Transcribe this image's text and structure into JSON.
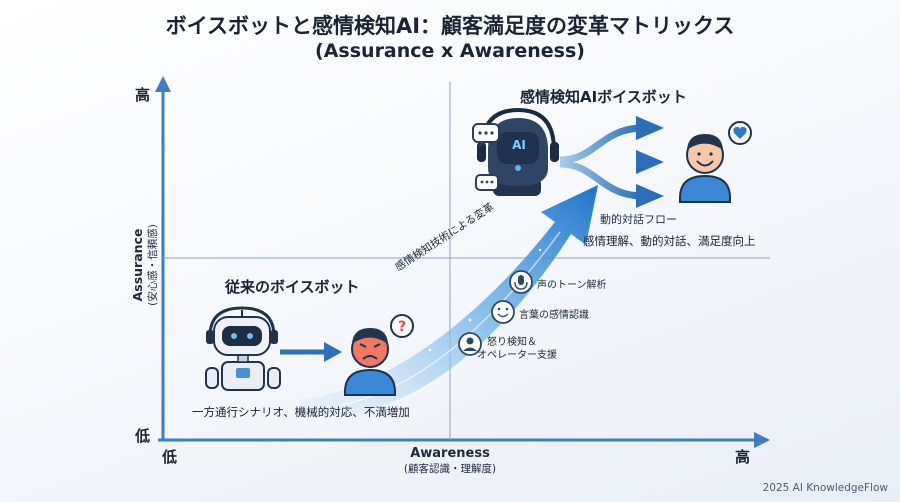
{
  "title": "ボイスボットと感情検知AI：顧客満足度の変革マトリックス",
  "subtitle": "(Assurance x Awareness)",
  "y_axis": {
    "high": "高",
    "low": "低",
    "label": "Assurance",
    "sublabel": "(安心感・信頼感)"
  },
  "x_axis": {
    "high": "高",
    "low": "低",
    "label": "Awareness",
    "sublabel": "(顧客認識・理解度)"
  },
  "quadrants": {
    "top_right": {
      "title": "感情検知AIボイスボット",
      "ai_label": "AI",
      "flow_label": "動的対話フロー",
      "caption": "感情理解、動的対話、満足度向上"
    },
    "bottom_left": {
      "title": "従来のボイスボット",
      "caption": "一方通行シナリオ、機械的対応、不満増加"
    }
  },
  "transition_label": "感情検知技術による変革",
  "features": [
    {
      "icon": "microphone-icon",
      "label": "声のトーン解析"
    },
    {
      "icon": "smile-icon",
      "label": "言葉の感情認識"
    },
    {
      "icon": "operator-icon",
      "label": "怒り検知＆"
    },
    {
      "icon": "",
      "label": "オペレーター支援"
    }
  ],
  "footer": "2025 AI KnowledgeFlow",
  "colors": {
    "accent": "#3d7fc4",
    "arrow": "#2f6fb5",
    "angry": "#e05345",
    "skin": "#f6c7a8",
    "shirt": "#3c88d6"
  }
}
